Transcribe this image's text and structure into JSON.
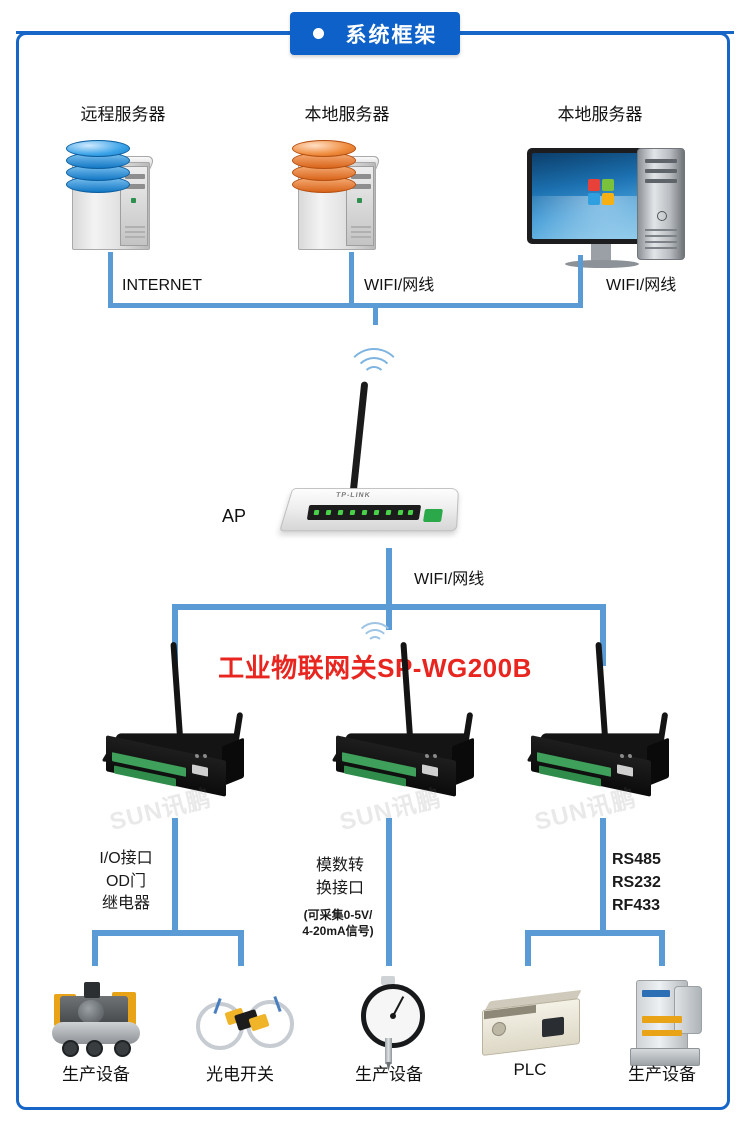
{
  "header": {
    "title": "系统框架",
    "bullet_icon": "bullet-dot-icon",
    "accent_color": "#0d61c9"
  },
  "theme": {
    "line_color": "#5b9bd5",
    "frame_color": "#1666c8",
    "highlight_text_color": "#e8251f"
  },
  "top_row": {
    "nodes": [
      {
        "id": "remote-server",
        "title": "远程服务器",
        "icon": "database-server-icon",
        "disc_color": "#1277c4",
        "link_label": "INTERNET"
      },
      {
        "id": "local-server-1",
        "title": "本地服务器",
        "icon": "database-server-icon",
        "disc_color": "#d9641a",
        "link_label": "WIFI/网线"
      },
      {
        "id": "local-server-2",
        "title": "本地服务器",
        "icon": "desktop-computer-icon",
        "link_label": "WIFI/网线"
      }
    ]
  },
  "ap": {
    "label": "AP",
    "icon": "wireless-router-icon",
    "brand": "TP-LINK",
    "downlink_label": "WIFI/网线"
  },
  "gateway": {
    "product_name": "工业物联网关SP-WG200B",
    "wifi_icon": "wifi-signal-icon",
    "watermark": "SUN讯鹏",
    "units": [
      {
        "id": "gateway-io",
        "icon": "industrial-gateway-icon",
        "interface_lines": [
          "I/O接口",
          "OD门",
          "继电器"
        ],
        "note": ""
      },
      {
        "id": "gateway-analog",
        "icon": "industrial-gateway-icon",
        "interface_lines": [
          "模数转",
          "换接口"
        ],
        "note": "(可采集0-5V/\n4-20mA信号)"
      },
      {
        "id": "gateway-serial",
        "icon": "industrial-gateway-icon",
        "interface_lines": [
          "RS485",
          "RS232",
          "RF433"
        ],
        "note": ""
      }
    ]
  },
  "devices": [
    {
      "id": "air-compressor",
      "label": "生产设备",
      "icon": "air-compressor-icon"
    },
    {
      "id": "photoelectric-switch",
      "label": "光电开关",
      "icon": "photoelectric-switch-icon"
    },
    {
      "id": "dial-gauge",
      "label": "生产设备",
      "icon": "dial-indicator-icon"
    },
    {
      "id": "plc",
      "label": "PLC",
      "icon": "plc-module-icon"
    },
    {
      "id": "punch-press",
      "label": "生产设备",
      "icon": "punch-press-icon"
    }
  ]
}
